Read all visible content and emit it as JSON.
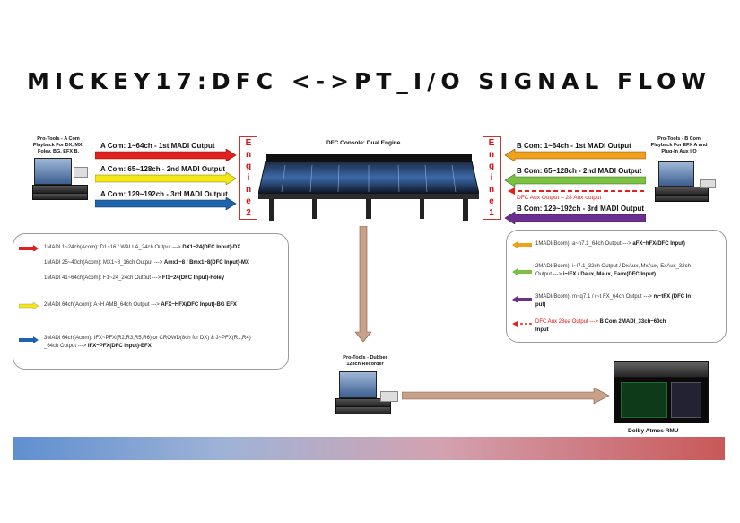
{
  "title": "MICKEY17:DFC <->PT_I/O SIGNAL FLOW",
  "left_source": {
    "lines": [
      "Pro-Tools - A Com",
      "Playback For DX, MX,",
      "Foley, BG,  EFX B."
    ]
  },
  "right_source": {
    "lines": [
      "Pro-Tools - B Com",
      "Playback For EFX A and",
      "Plug-In Aux I/O"
    ]
  },
  "console_label": "DFC Console: Dual Engine",
  "engine2": [
    "E",
    "n",
    "g",
    "i",
    "n",
    "e",
    "2"
  ],
  "engine1": [
    "E",
    "n",
    "g",
    "i",
    "n",
    "e",
    "1"
  ],
  "a_arrows": {
    "a1": "A Com: 1~64ch - 1st MADI Output",
    "a2": "A Com: 65~128ch - 2nd  MADI Output",
    "a3": "A Com: 129~192ch - 3rd  MADI Output"
  },
  "b_arrows": {
    "b1": "B Com: 1~64ch - 1st MADI Output",
    "b2": "B Com: 65~128ch - 2nd  MADI Output",
    "aux": "DFC Aux Output – 28 Aux output",
    "b3": "B Com: 129~192ch - 3rd  MADI Output"
  },
  "left_panel": {
    "r1a": "1MADI 1~24ch(Acom): D1~16 / WALLA_24ch Output --->",
    "r1b": "DX1~24(DFC Input)-DX",
    "r2a": "1MADI 25~40ch(Acom): MX1~8_16ch Output --->",
    "r2b": "Amx1~8 / Bmx1~8(DFC Input)-MX",
    "r3a": "1MADI 41~64ch(Acom): F1~24_24ch Output --->",
    "r3b": "Fl1~24(DFC Input)-Foley",
    "r4a": "2MADI 64ch(Acom): A~H AMB_64ch Output --->",
    "r4b": "AFX~HFX(DFC Input)-BG EFX",
    "r5a": "3MADI 64ch(Acom): IFX~PFX(R2,R3,R5,R6) or  CROWD(8ch for DX) & J~PFX(R1,R4)",
    "r5b": "_64ch Output  --->",
    "r5c": "IFX~PFX(DFC Input)-EFX"
  },
  "right_panel": {
    "r1a": "1MADI(Bcom): a~h7.1_64ch Output --->",
    "r1b": "aFX~hFX(DFC Input)",
    "r2a": "2MADI(Bcom): i~l7.1_32ch Output  / DxAux, MxAux, ExAux_32ch",
    "r2b": "Output --->",
    "r2c": "i~lFX / Daux, Maux, Eaux(DFC Input)",
    "r3a": "3MADI(Bcom):  m~q7.1 / r~t FX_64ch Output --->",
    "r3b": "m~tFX (DFC In",
    "r3c": "put)",
    "r4a": "DFC Aux 28ea Output --->",
    "r4b": "B Com 2MADI_33ch~60ch",
    "r4c": "Input"
  },
  "recorder_label": [
    "Pro-Tools - Dubber",
    "128ch Recorder"
  ],
  "rmu_label": "Dolby Atmos RMU",
  "colors": {
    "red": "#e0211d",
    "yellow": "#f5e616",
    "blue": "#1f63ab",
    "orange": "#f0a01a",
    "green": "#7bc143",
    "purple": "#6a2f8f",
    "flow": "#c9a08a",
    "gradient_left": "#5f8fd0",
    "gradient_right": "#c95858"
  }
}
